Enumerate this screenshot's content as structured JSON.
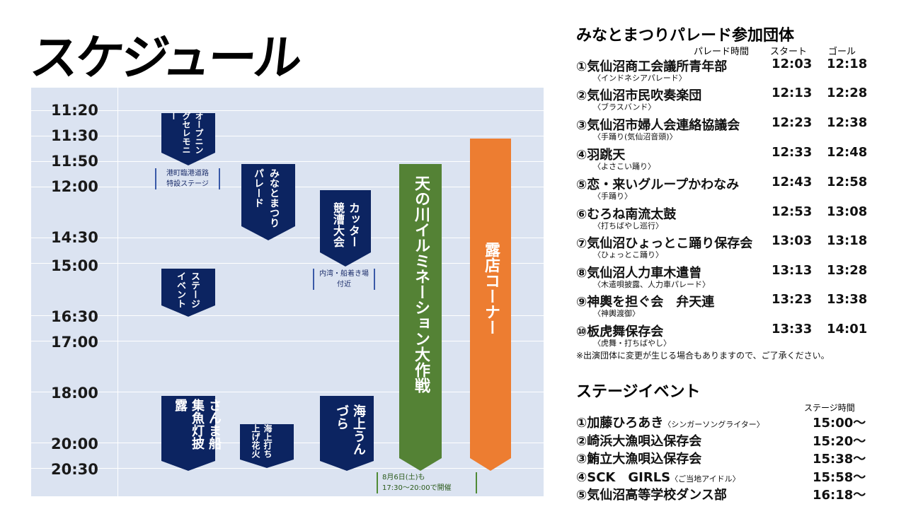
{
  "title": "スケジュール",
  "timeline": {
    "times": [
      "11:20",
      "11:30",
      "11:50",
      "12:00",
      "14:30",
      "15:00",
      "16:30",
      "17:00",
      "18:00",
      "20:00",
      "20:30"
    ],
    "events": {
      "opening": "オープニングセレモニー",
      "parade": "みなとまつりパレード",
      "cutter": "カッター競漕大会",
      "stage": "ステージイベント",
      "sanma": "さんま船集魚灯披露",
      "fireworks": "海上打ち上げ花火",
      "unzura": "海上うんづら",
      "amanogawa": "天の川イルミネーション大作戦",
      "roten": "露店コーナー"
    },
    "notes": {
      "opening_place_1": "港町臨港道路",
      "opening_place_2": "特設ステージ",
      "cutter_place_1": "内湾・船着き場",
      "cutter_place_2": "付近",
      "amanogawa_extra_1": "8月6日(土)も",
      "amanogawa_extra_2": "17:30～20:00で開催"
    }
  },
  "parade": {
    "title": "みなとまつりパレード参加団体",
    "col_parade_time": "パレード時間",
    "col_start": "スタート",
    "col_goal": "ゴール",
    "groups": [
      {
        "name": "①気仙沼商工会議所青年部",
        "sub": "〈インドネシアパレード〉",
        "start": "12:03",
        "goal": "12:18"
      },
      {
        "name": "②気仙沼市民吹奏楽団",
        "sub": "〈ブラスバンド〉",
        "start": "12:13",
        "goal": "12:28"
      },
      {
        "name": "③気仙沼市婦人会連絡協議会",
        "sub": "〈手踊り(気仙沼音頭)〉",
        "start": "12:23",
        "goal": "12:38"
      },
      {
        "name": "④羽跳天",
        "sub": "〈よさこい踊り〉",
        "start": "12:33",
        "goal": "12:48"
      },
      {
        "name": "⑤恋・来いグループかわなみ",
        "sub": "〈手踊り〉",
        "start": "12:43",
        "goal": "12:58"
      },
      {
        "name": "⑥むろね南流太鼓",
        "sub": "〈打ちばやし巡行〉",
        "start": "12:53",
        "goal": "13:08"
      },
      {
        "name": "⑦気仙沼ひょっとこ踊り保存会",
        "sub": "〈ひょっとこ踊り〉",
        "start": "13:03",
        "goal": "13:18"
      },
      {
        "name": "⑧気仙沼人力車木遣曾",
        "sub": "〈木遣唄披露、人力車パレード〉",
        "start": "13:13",
        "goal": "13:28"
      },
      {
        "name": "⑨神輿を担ぐ会　弁天連",
        "sub": "〈神輿渡御〉",
        "start": "13:23",
        "goal": "13:38"
      },
      {
        "name": "⑩板虎舞保存会",
        "sub": "〈虎舞・打ちばやし〉",
        "start": "13:33",
        "goal": "14:01"
      }
    ],
    "notice": "※出演団体に変更が生じる場合もありますので、ご了承ください。"
  },
  "stage": {
    "title": "ステージイベント",
    "col_time": "ステージ時間",
    "items": [
      {
        "name": "①加藤ひろあき",
        "sub": "〈シンガーソングライター〉",
        "time": "15:00～"
      },
      {
        "name": "②崎浜大漁唄込保存会",
        "sub": "",
        "time": "15:20～"
      },
      {
        "name": "③鮪立大漁唄込保存会",
        "sub": "",
        "time": "15:38～"
      },
      {
        "name": "④SCK　GIRLS",
        "sub": "〈ご当地アイドル〉",
        "time": "15:58～"
      },
      {
        "name": "⑤気仙沼高等学校ダンス部",
        "sub": "",
        "time": "16:18～"
      }
    ]
  },
  "colors": {
    "navy": "#0c2461",
    "green": "#548235",
    "orange": "#ed7d31",
    "timeline_bg": "#dbe3f1"
  }
}
